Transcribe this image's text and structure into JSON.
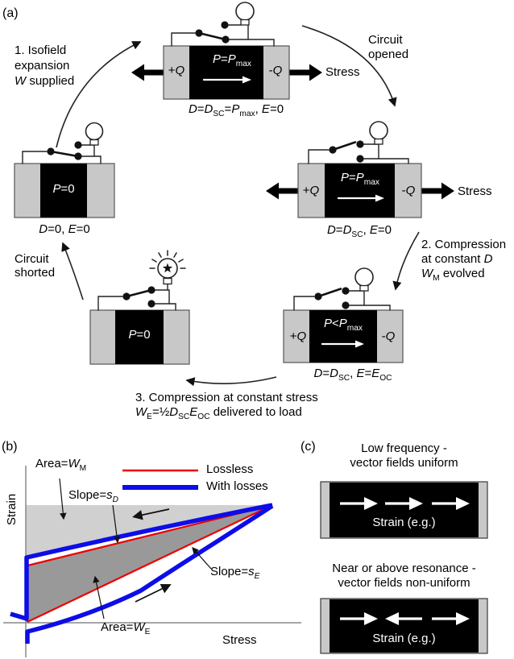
{
  "panel_a": {
    "label": "(a)",
    "step1_lines": [
      "1. Isofield",
      "expansion",
      "*W* supplied"
    ],
    "circuit_opened_lines": [
      "Circuit",
      "opened"
    ],
    "step2_lines": [
      "2. Compression",
      "at constant *D*",
      "*W*_{M} evolved"
    ],
    "step3_lines": [
      "3. Compression at constant stress",
      "*W*_{E}=½*D*_{SC}*E*_{OC} delivered to load"
    ],
    "circuit_shorted_lines": [
      "Circuit",
      "shorted"
    ],
    "stress_label": "Stress",
    "devices": {
      "top": {
        "p_label": "*P*=*P*_{max}",
        "charge_left": "+*Q*",
        "charge_right": "-*Q*",
        "caption": "*D*=*D*_{SC}=*P*_{max}, *E*=0"
      },
      "right": {
        "p_label": "*P*=*P*_{max}",
        "charge_left": "+*Q*",
        "charge_right": "-*Q*",
        "caption": "*D*=*D*_{SC}, *E*=0"
      },
      "bottom_right": {
        "p_label": "*P*<*P*_{max}",
        "charge_left": "+*Q*",
        "charge_right": "-*Q*",
        "caption": "*D*=*D*_{SC}, *E*=*E*_{OC}"
      },
      "bottom_middle": {
        "p_label": "*P*=0"
      },
      "left": {
        "p_label": "*P*=0",
        "caption": "*D*=0, *E*=0"
      }
    }
  },
  "panel_b": {
    "label": "(b)",
    "ylabel": "Strain",
    "xlabel": "Stress",
    "legend": [
      {
        "label": "Lossless",
        "color": "#ee0000"
      },
      {
        "label": "With losses",
        "color": "#0d0de8"
      }
    ],
    "annotations": {
      "area_wm": "Area=*W*_{M}",
      "slope_sd": "Slope=*s*_{*D*}",
      "slope_se": "Slope=*s*_{*E*}",
      "area_we": "Area=*W*_{E}"
    },
    "chart": {
      "type": "line",
      "xlabel": "Stress",
      "ylabel": "Strain",
      "axes_numeric": false,
      "legend_position": "top-right",
      "series": [
        {
          "name": "Lossless",
          "color": "#ee0000",
          "weight": "thin",
          "shape": "closed triangle: vertical segment at zero stress, loading line of slope s_E and unloading line of slope s_D meeting at max-stress/max-strain vertex"
        },
        {
          "name": "With losses",
          "color": "#0d0de8",
          "weight": "thick",
          "shape": "open hysteresis loop slightly outside the lossless triangle, loading branch below s_E line, unloading branch above s_D line, overshooting below zero-strain axis at left"
        }
      ],
      "regions": [
        {
          "label": "Area=W_M",
          "fill": "#d0d0d0",
          "meaning": "mechanical energy between max-strain line and unloading curve"
        },
        {
          "label": "Area=W_E",
          "fill": "#999999",
          "meaning": "electrical energy inside lossless triangle"
        }
      ],
      "direction_arrows": [
        "unloading arrow pointing left along top branch",
        "loading arrow pointing up-right along bottom branch"
      ]
    }
  },
  "panel_c": {
    "label": "(c)",
    "top_title_lines": [
      "Low frequency -",
      "vector fields uniform"
    ],
    "bottom_title_lines": [
      "Near or above resonance -",
      "vector fields non-uniform"
    ],
    "bar_label": "Strain (e.g.)",
    "top_bar_arrows": [
      "right",
      "right",
      "right"
    ],
    "bottom_bar_arrows": [
      "right",
      "left",
      "right"
    ]
  },
  "colors": {
    "lossless_red": "#ee0000",
    "losses_blue": "#0d0de8",
    "area_wm_gray": "#d0d0d0",
    "area_we_gray": "#999999",
    "electrode_gray": "#c8c8c8",
    "dielectric_black": "#000000"
  }
}
